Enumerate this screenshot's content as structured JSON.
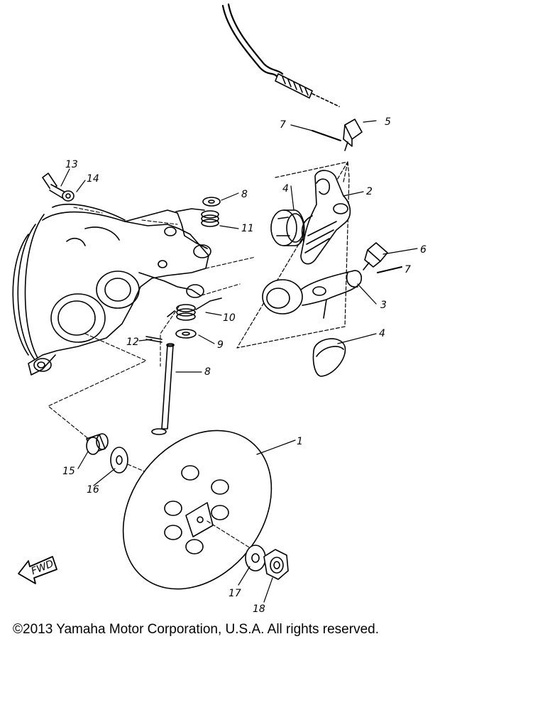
{
  "labels": {
    "l1": "1",
    "l2": "2",
    "l3": "3",
    "l4a": "4",
    "l4b": "4",
    "l5": "5",
    "l6": "6",
    "l7a": "7",
    "l7b": "7",
    "l8a": "8",
    "l8b": "8",
    "l9": "9",
    "l10": "10",
    "l11": "11",
    "l12": "12",
    "l13": "13",
    "l14": "14",
    "l15": "15",
    "l16": "16",
    "l17": "17",
    "l18": "18"
  },
  "fwd_label": "FWD",
  "copyright": "©2013 Yamaha Motor Corporation, U.S.A. All rights reserved."
}
